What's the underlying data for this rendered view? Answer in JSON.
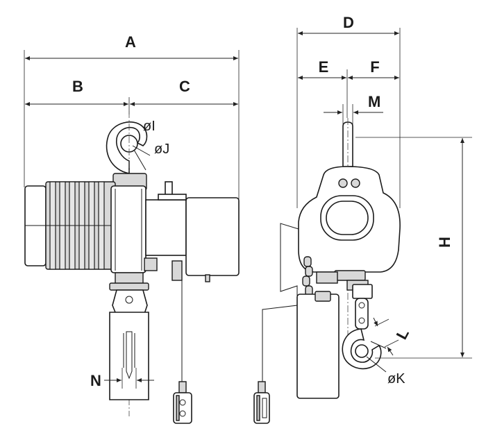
{
  "labels": {
    "A": "A",
    "B": "B",
    "C": "C",
    "D": "D",
    "E": "E",
    "F": "F",
    "M": "M",
    "H": "H",
    "N": "N",
    "L": "L",
    "I": "øI",
    "J": "øJ",
    "K": "øK"
  }
}
